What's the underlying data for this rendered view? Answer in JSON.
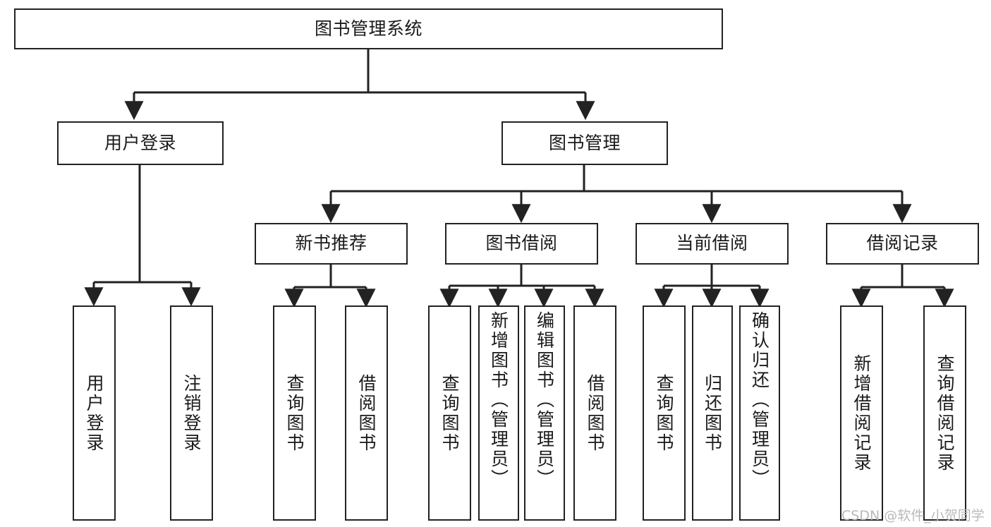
{
  "diagram": {
    "title": "图书管理系统",
    "type": "tree-hierarchy",
    "watermark": "CSDN @软件_小贺同学",
    "colors": {
      "box_border": "#222222",
      "box_fill": "#ffffff",
      "connector": "#222222",
      "text": "#1a1a1a",
      "watermark": "#b9b9b9",
      "background": "#ffffff"
    },
    "nodes": {
      "root": "图书管理系统",
      "level2": [
        "用户登录",
        "图书管理"
      ],
      "level3": [
        "新书推荐",
        "图书借阅",
        "当前借阅",
        "借阅记录"
      ],
      "leaves": {
        "user_login": [
          "用户登录",
          "注销登录"
        ],
        "new_book_rec": [
          "查询图书",
          "借阅图书"
        ],
        "book_borrow": [
          "查询图书",
          "新增图书（管理员）",
          "编辑图书（管理员）",
          "借阅图书"
        ],
        "current_borrow": [
          "查询图书",
          "归还图书",
          "确认归还（管理员）"
        ],
        "borrow_record": [
          "新增借阅记录",
          "查询借阅记录"
        ]
      }
    }
  }
}
